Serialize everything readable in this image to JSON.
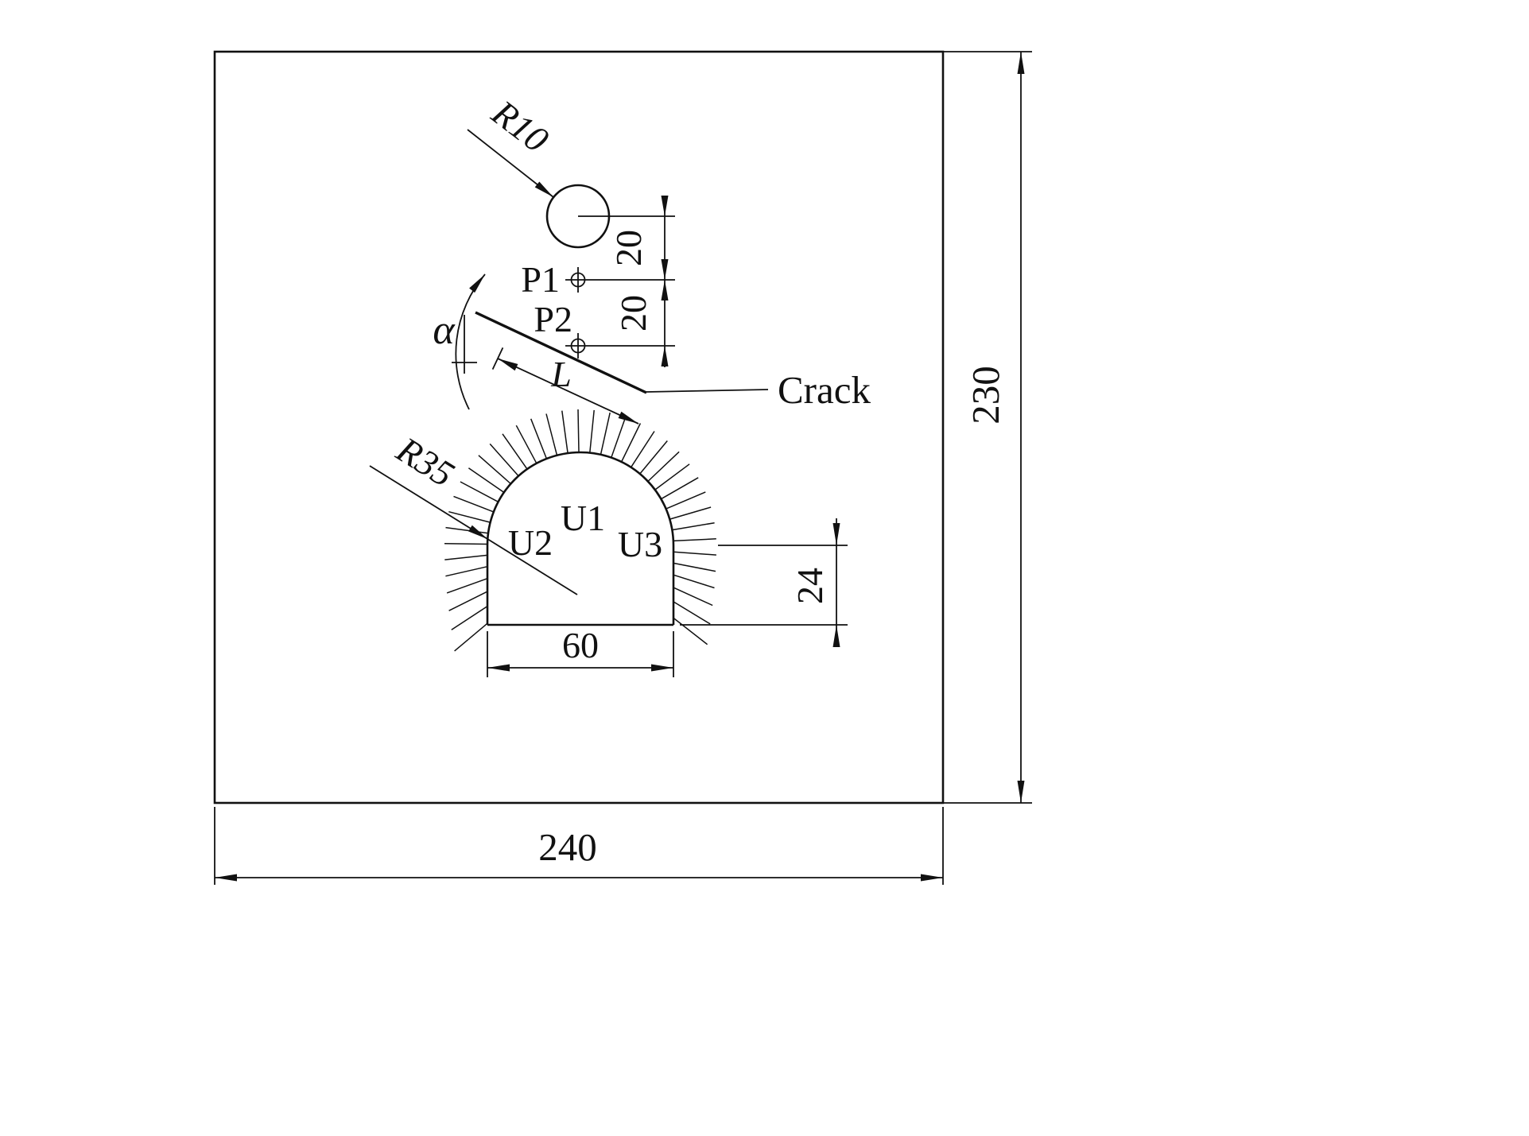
{
  "drawing": {
    "plate": {
      "width": "240",
      "height": "230"
    },
    "hole": {
      "radius": "R10"
    },
    "monitor_points": {
      "p1": "P1",
      "p2": "P2"
    },
    "offsets": {
      "hole_to_p1": "20",
      "p1_to_p2": "20"
    },
    "crack": {
      "label": "Crack",
      "length": "L",
      "angle": "α"
    },
    "tunnel": {
      "radius": "R35",
      "width": "60",
      "wall_height": "24",
      "u1": "U1",
      "u2": "U2",
      "u3": "U3"
    }
  }
}
